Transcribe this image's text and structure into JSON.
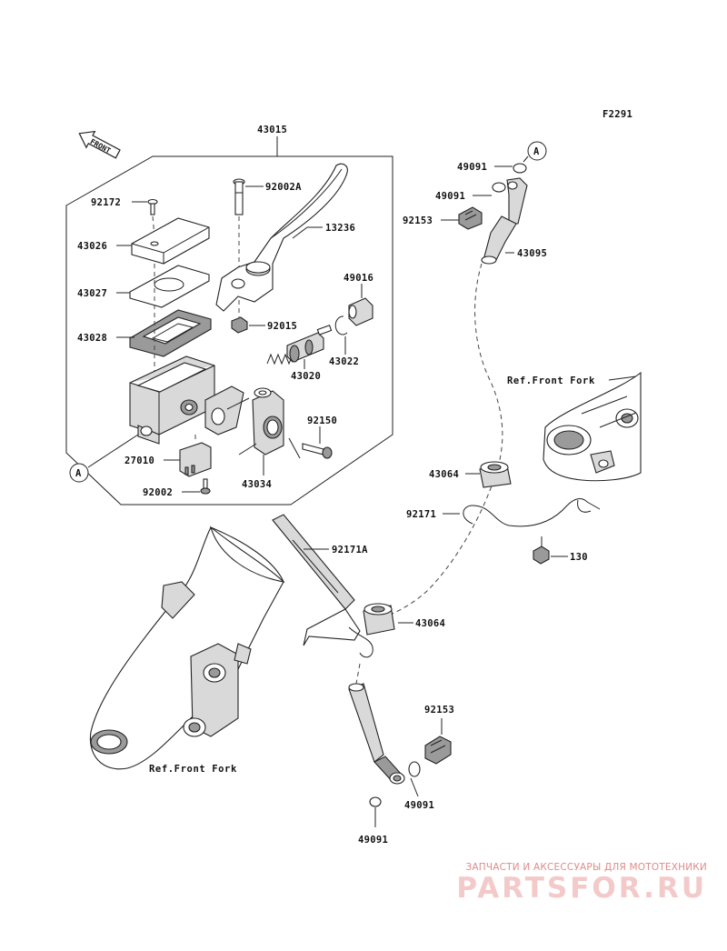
{
  "figure_code": "F2291",
  "front_label": "FRONT",
  "callouts": {
    "a1": "A",
    "a2": "A"
  },
  "parts": {
    "p43015": "43015",
    "p92172": "92172",
    "p92002A": "92002A",
    "p43026": "43026",
    "p13236": "13236",
    "p43027": "43027",
    "p49016": "49016",
    "p43028": "43028",
    "p92015": "92015",
    "p43022": "43022",
    "p43020": "43020",
    "p92150": "92150",
    "p27010": "27010",
    "p43034": "43034",
    "p92002": "92002",
    "p49091_a": "49091",
    "p49091_b": "49091",
    "p92153_a": "92153",
    "p43095": "43095",
    "p43064_a": "43064",
    "p92171": "92171",
    "p130": "130",
    "p92171A": "92171A",
    "p43064_b": "43064",
    "p92153_b": "92153",
    "p49091_c": "49091",
    "p49091_d": "49091"
  },
  "refs": {
    "front_fork_right": "Ref.Front Fork",
    "front_fork_left": "Ref.Front Fork"
  },
  "watermark": {
    "subtitle": "ЗАПЧАСТИ И АКСЕССУАРЫ ДЛЯ МОТОТЕХНИКИ",
    "brand": "PARTSFOR.RU"
  }
}
